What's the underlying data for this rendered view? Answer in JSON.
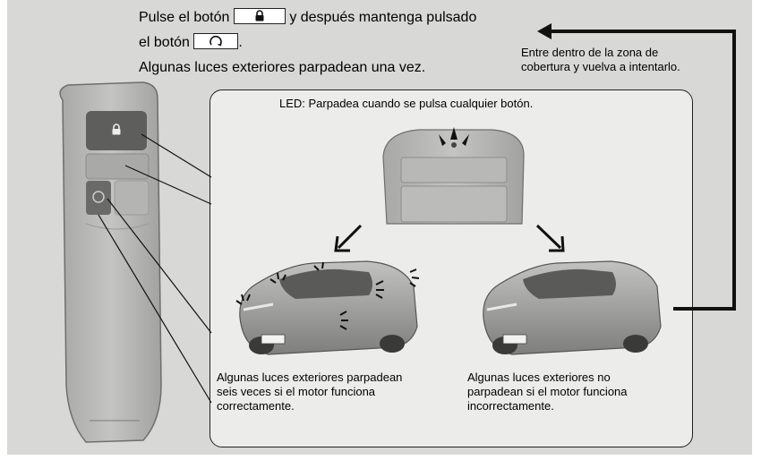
{
  "instructions": {
    "line1_a": "Pulse el botón",
    "line1_b": "y después mantenga pulsado",
    "line2_a": "el botón",
    "line2_b": ".",
    "line3": "Algunas luces exteriores parpadean una vez."
  },
  "icons": {
    "lock": "lock-icon",
    "remote_start": "remote-start-icon",
    "led_flash": "led-flash-icon",
    "car_lights": "light-flash-icon"
  },
  "retry_note": {
    "line1": "Entre dentro de la zona de",
    "line2": "cobertura y vuelva a intentarlo."
  },
  "led_label": "LED: Parpadea cuando se pulsa cualquier botón.",
  "outcomes": {
    "success": {
      "line1": "Algunas luces exteriores parpadean",
      "line2": "seis veces si el motor funciona",
      "line3": "correctamente."
    },
    "failure": {
      "line1": "Algunas luces exteriores no",
      "line2": "parpadean si el motor funciona",
      "line3": "incorrectamente."
    }
  },
  "colors": {
    "panel_bg": "#d8d8d6",
    "inner_bg": "#ececea",
    "fob_body": "#b5b5b3",
    "lock_button": "#5e5e5c",
    "car_body": "#9c9c9a",
    "line": "#111111"
  }
}
